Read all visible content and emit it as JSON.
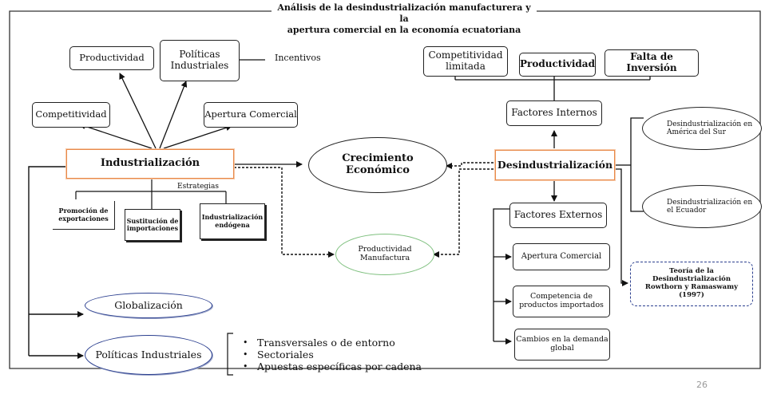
{
  "title": {
    "line1": "Análisis de la desindustrialización manufacturera y la",
    "line2": "apertura comercial en la economía ecuatoriana"
  },
  "page_number": "26",
  "left": {
    "industrializacion": "Industrialización",
    "productividad": "Productividad",
    "politicas_industriales_box": "Políticas Industriales",
    "incentivos": "Incentivos",
    "competitividad": "Competitividad",
    "apertura_comercial": "Apertura Comercial",
    "estrategias_label": "Estrategias",
    "estrategias": [
      "Promoción de exportaciones",
      "Sustitución de importaciones",
      "Industrialización endógena"
    ],
    "globalizacion": "Globalización",
    "politicas_industriales_ellipse": "Políticas Industriales",
    "politicas_items": [
      "Transversales o de entorno",
      "Sectoriales",
      "Apuestas específicas por cadena"
    ]
  },
  "center": {
    "crecimiento": "Crecimiento Económico",
    "productividad_manufactura": "Productividad Manufactura"
  },
  "right": {
    "desindustrializacion": "Desindustrialización",
    "competitividad_limitada": "Competitividad limitada",
    "productividad": "Productividad",
    "falta_inversion": "Falta de Inversión",
    "factores_internos": "Factores Internos",
    "desind_america": "Desindustrialización en América del Sur",
    "desind_ecuador": "Desindustrialización en el Ecuador",
    "factores_externos": "Factores Externos",
    "apertura_comercial": "Apertura Comercial",
    "competencia": "Competencia de productos importados",
    "cambios": "Cambios en la demanda global",
    "teoria": "Teoría de la Desindustrialización Rowthorn y Ramaswamy (1997)"
  }
}
